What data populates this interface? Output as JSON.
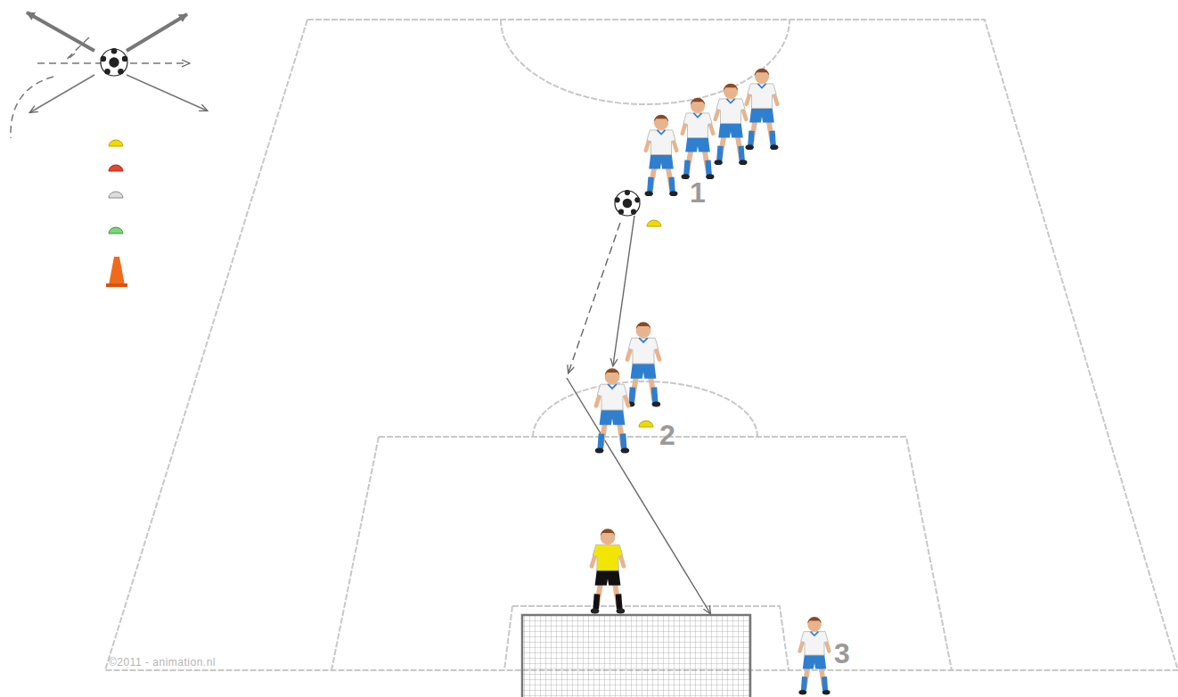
{
  "diagram": {
    "labels": [
      "1",
      "2",
      "3",
      "©2011 - animation.nl"
    ]
  }
}
